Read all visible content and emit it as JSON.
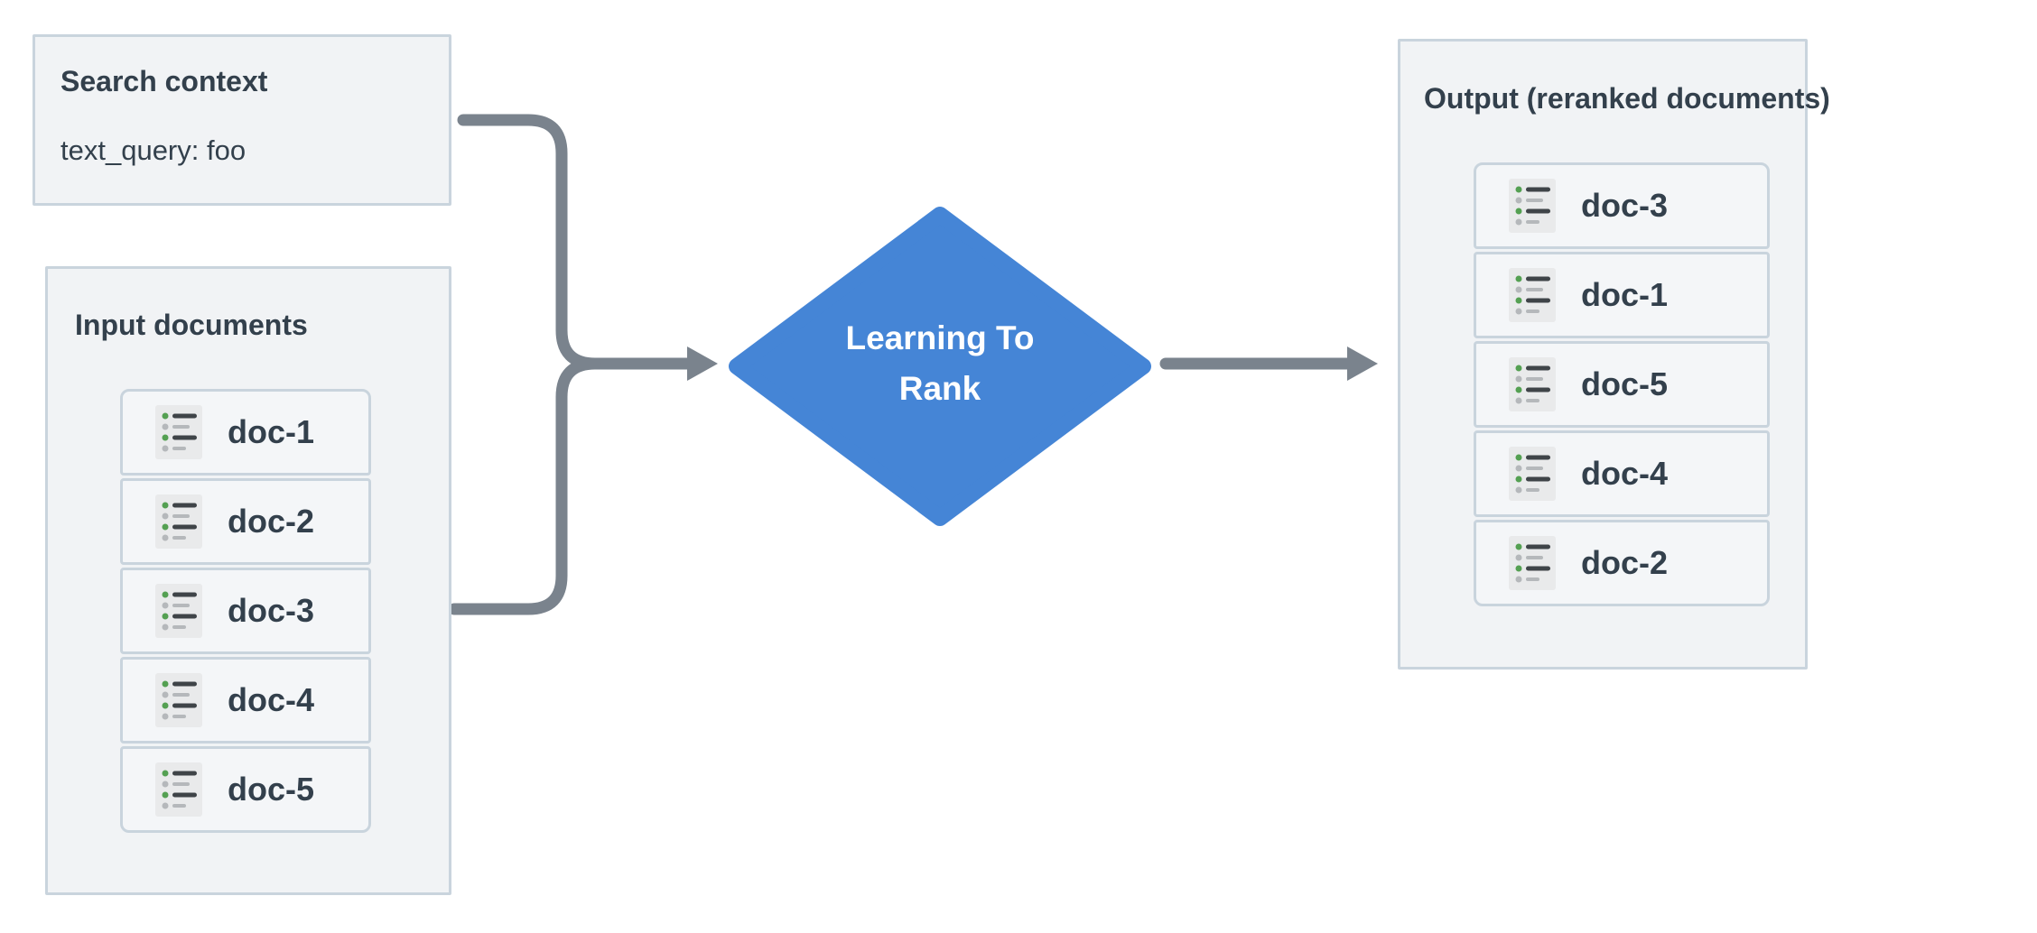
{
  "search_context": {
    "title": "Search context",
    "query": "text_query: foo"
  },
  "input_documents": {
    "title": "Input documents",
    "items": [
      "doc-1",
      "doc-2",
      "doc-3",
      "doc-4",
      "doc-5"
    ]
  },
  "process": {
    "line1": "Learning To",
    "line2": "Rank"
  },
  "output_documents": {
    "title": "Output (reranked documents)",
    "items": [
      "doc-3",
      "doc-1",
      "doc-5",
      "doc-4",
      "doc-2"
    ]
  },
  "colors": {
    "diamond_blue": "#4585d6",
    "arrow_gray": "#7a838d",
    "panel_bg": "#f1f3f5",
    "row_bg": "#f4f6f8",
    "border": "#c9d4dd",
    "text": "#33404c",
    "icon_bg": "#e9eaeb",
    "icon_green": "#54a052",
    "icon_gray": "#b5b8bb",
    "icon_dark": "#3f4448"
  }
}
